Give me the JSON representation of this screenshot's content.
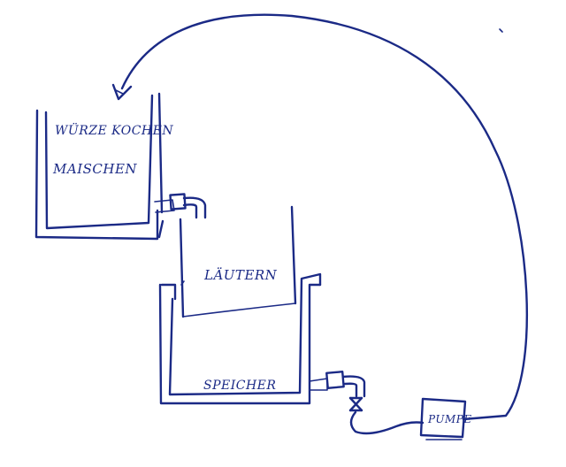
{
  "diagram": {
    "colors": {
      "ink": "#1b2a86",
      "background": "#ffffff"
    },
    "labels": {
      "boil": "WÜRZE KOCHEN",
      "mash": "MAISCHEN",
      "lauter": "LÄUTERN",
      "storage": "SPEICHER",
      "pump": "PUMPE"
    }
  }
}
